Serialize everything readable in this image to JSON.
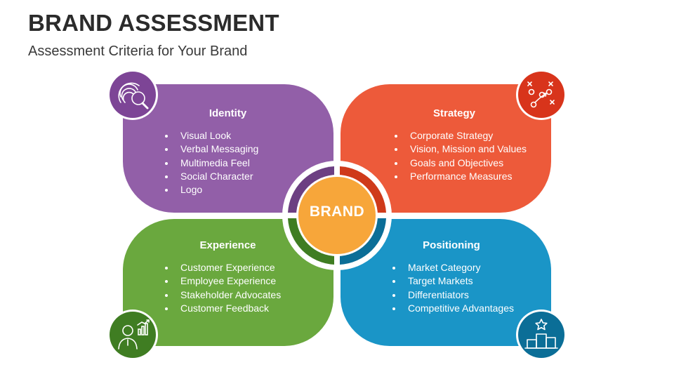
{
  "header": {
    "title": "BRAND ASSESSMENT",
    "subtitle": "Assessment Criteria for Your Brand"
  },
  "center": {
    "label": "BRAND",
    "color": "#f7a63a"
  },
  "panels": [
    {
      "id": "identity",
      "title": "Identity",
      "color": "#925fa8",
      "icon": "fingerprint-search-icon",
      "items": [
        "Visual Look",
        "Verbal Messaging",
        "Multimedia Feel",
        "Social Character",
        "Logo"
      ]
    },
    {
      "id": "strategy",
      "title": "Strategy",
      "color": "#ed5a3a",
      "icon": "game-plan-icon",
      "items": [
        "Corporate Strategy",
        "Vision, Mission and Values",
        "Goals and Objectives",
        "Performance Measures"
      ]
    },
    {
      "id": "experience",
      "title": "Experience",
      "color": "#6aa83e",
      "icon": "person-growth-chart-icon",
      "items": [
        "Customer Experience",
        "Employee Experience",
        "Stakeholder Advocates",
        "Customer Feedback"
      ]
    },
    {
      "id": "positioning",
      "title": "Positioning",
      "color": "#1a95c7",
      "icon": "podium-star-icon",
      "items": [
        "Market Category",
        "Target Markets",
        "Differentiators",
        "Competitive Advantages"
      ]
    }
  ]
}
